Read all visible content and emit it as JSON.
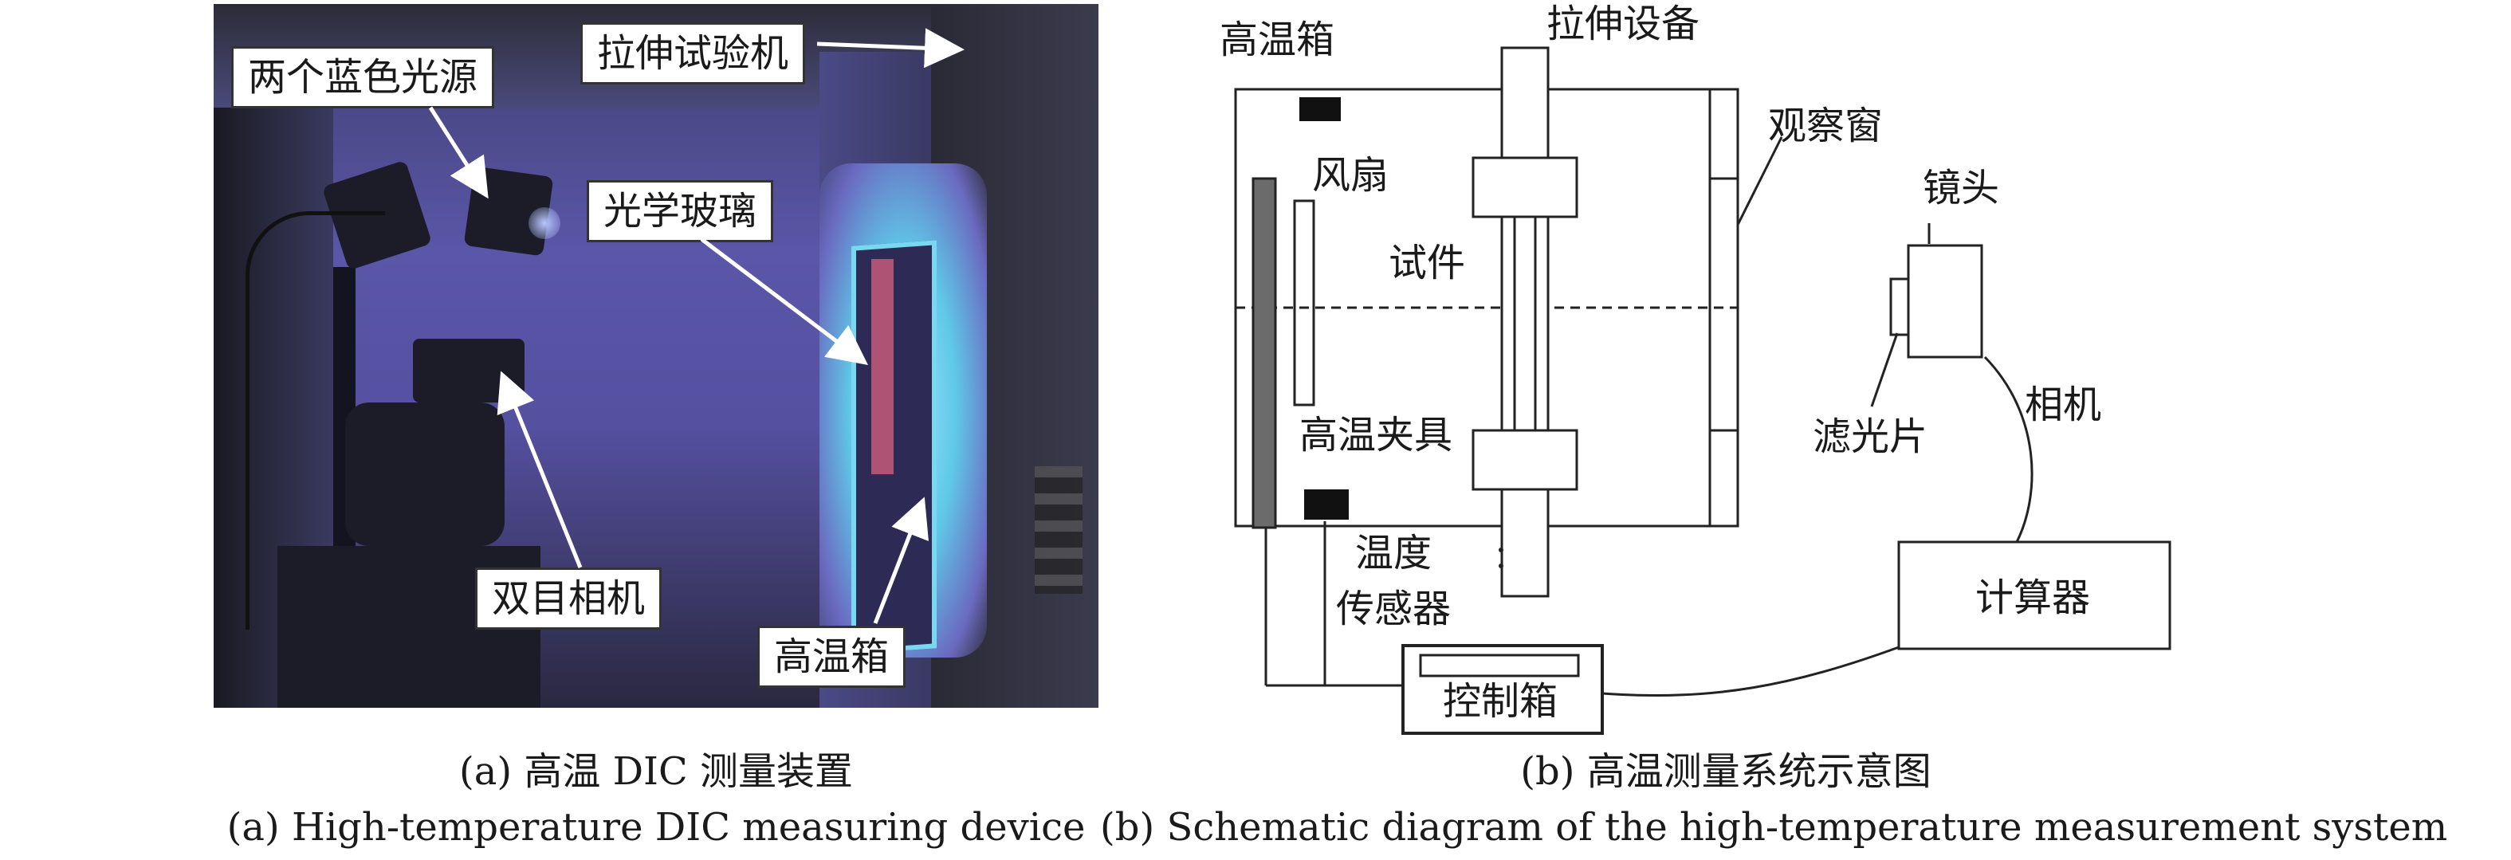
{
  "panel_a": {
    "labels": {
      "two_blue_lights": "两个蓝色光源",
      "tensile_machine": "拉伸试验机",
      "optical_glass": "光学玻璃",
      "binocular_camera": "双目相机",
      "high_temp_chamber": "高温箱"
    },
    "caption_cn": "(a) 高温 DIC 测量装置",
    "caption_en": "(a) High-temperature DIC measuring device"
  },
  "panel_b": {
    "labels": {
      "chamber": "高温箱",
      "tensile_equipment": "拉伸设备",
      "observation_window": "观察窗",
      "fan": "风扇",
      "specimen": "试件",
      "lens": "镜头",
      "high_temp_fixture": "高温夹具",
      "filter": "滤光片",
      "camera": "相机",
      "temp_sensor_line1": "温度",
      "temp_sensor_line2": "传感器",
      "computer": "计算器",
      "control_box": "控制箱"
    },
    "caption_cn": "(b) 高温测量系统示意图",
    "caption_en": "(b) Schematic diagram of the high-temperature measurement system"
  }
}
